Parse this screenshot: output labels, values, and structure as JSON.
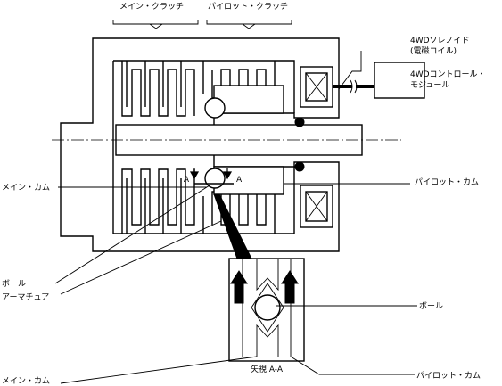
{
  "labels": {
    "main_clutch": "メイン・クラッチ",
    "pilot_clutch": "パイロット・クラッチ",
    "solenoid_line1": "4WDソレノイド",
    "solenoid_line2": "(電磁コイル)",
    "module_line1": "4WDコントロール・",
    "module_line2": "モジュール",
    "main_cam": "メイン・カム",
    "pilot_cam": "パイロット・カム",
    "ball": "ボール",
    "armature": "アーマチュア",
    "ball_detail": "ボール",
    "main_cam_bottom": "メイン・カム",
    "pilot_cam_bottom": "パイロット・カム",
    "view_aa": "矢視 A-A",
    "section_a_left": "A",
    "section_a_right": "A"
  }
}
